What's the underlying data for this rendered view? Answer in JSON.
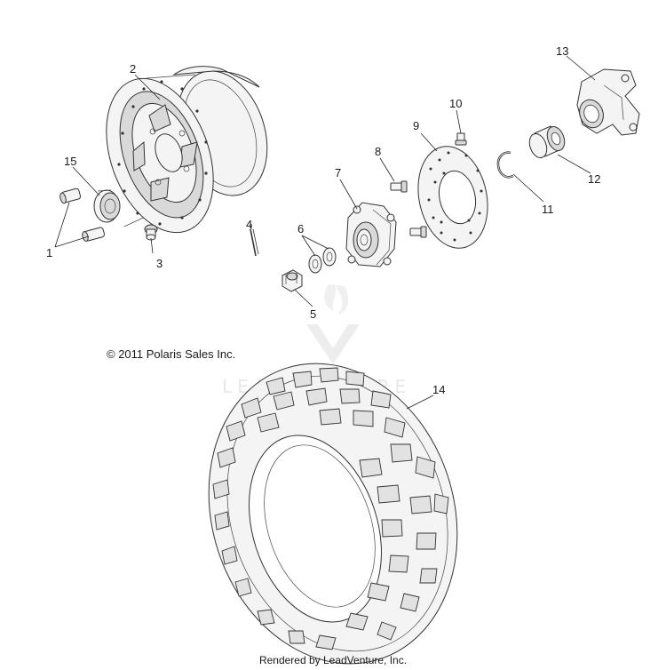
{
  "copyright": "© 2011 Polaris Sales Inc.",
  "footer": "Rendered by LeadVenture, Inc.",
  "watermark": "LEADVENTURE",
  "callouts": [
    "1",
    "2",
    "3",
    "4",
    "5",
    "6",
    "7",
    "8",
    "9",
    "10",
    "11",
    "12",
    "13",
    "14",
    "15"
  ],
  "parts": [
    {
      "ref": "1",
      "part": "valve-stem"
    },
    {
      "ref": "2",
      "part": "wheel-rim"
    },
    {
      "ref": "3",
      "part": "lug-stud"
    },
    {
      "ref": "4",
      "part": "cotter-pin"
    },
    {
      "ref": "5",
      "part": "castle-nut"
    },
    {
      "ref": "6",
      "part": "washers"
    },
    {
      "ref": "7",
      "part": "wheel-hub"
    },
    {
      "ref": "8",
      "part": "brake-disc-bolt"
    },
    {
      "ref": "9",
      "part": "brake-disc"
    },
    {
      "ref": "10",
      "part": "bolt"
    },
    {
      "ref": "11",
      "part": "retaining-ring"
    },
    {
      "ref": "12",
      "part": "bearing"
    },
    {
      "ref": "13",
      "part": "bearing-carrier"
    },
    {
      "ref": "14",
      "part": "tire"
    },
    {
      "ref": "15",
      "part": "center-cap"
    }
  ]
}
